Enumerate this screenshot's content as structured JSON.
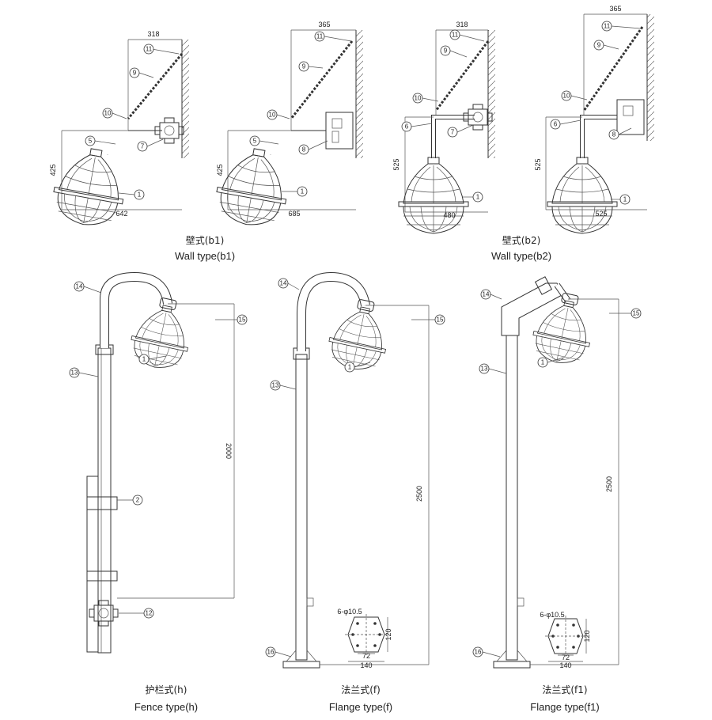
{
  "captions": {
    "wall_b1_zh": "壁式(b1)",
    "wall_b1_en": "Wall type(b1)",
    "wall_b2_zh": "壁式(b2)",
    "wall_b2_en": "Wall type(b2)",
    "fence_zh": "护栏式(h)",
    "fence_en": "Fence type(h)",
    "flange_zh": "法兰式(f)",
    "flange_en": "Flange type(f)",
    "flange1_zh": "法兰式(f1)",
    "flange1_en": "Flange type(f1)"
  },
  "dims": {
    "d318a": "318",
    "d425a": "425",
    "d642": "642",
    "d365a": "365",
    "d425b": "425",
    "d685": "685",
    "d318b": "318",
    "d525a": "525",
    "d480": "480",
    "d365b": "365",
    "d525b": "525",
    "d525c": "525",
    "d2000": "2000",
    "d2500a": "2500",
    "d2500b": "2500",
    "hole_a": "6-φ10.5",
    "f120a": "120",
    "f72a": "72",
    "f140a": "140",
    "hole_b": "6-φ10.5",
    "f120b": "120",
    "f72b": "72",
    "f140b": "140"
  },
  "callouts": {
    "n1": "1",
    "n2": "2",
    "n5": "5",
    "n6": "6",
    "n7": "7",
    "n8": "8",
    "n9": "9",
    "n10": "10",
    "n11": "11",
    "n12": "12",
    "n13": "13",
    "n14": "14",
    "n15": "15",
    "n16": "16"
  }
}
